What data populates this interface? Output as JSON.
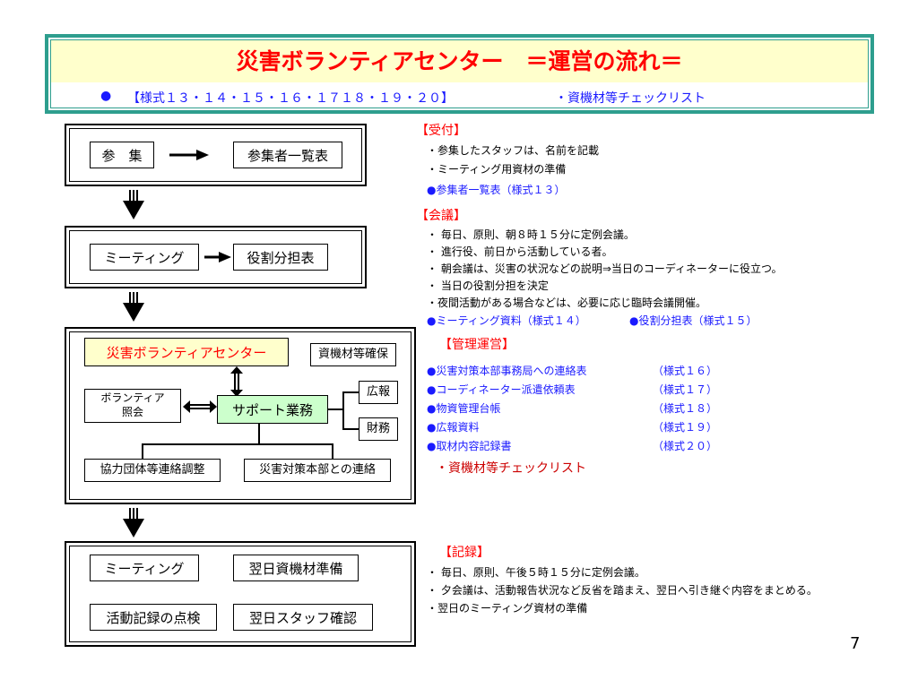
{
  "header": {
    "title": "災害ボランティアセンター　＝運営の流れ＝",
    "bullet": "●",
    "forms": "【様式１３・１４・１５・１６・１７１８・１９・２０】",
    "checklist": "・資機材等チェックリスト"
  },
  "flow": {
    "reception": {
      "sanshu": "参　集",
      "list": "参集者一覧表"
    },
    "meeting": {
      "meeting": "ミーティング",
      "roles": "役割分担表"
    },
    "management": {
      "center": "災害ボランティアセンター",
      "materials": "資機材等確保",
      "volunteer": "ボランティア\n照会",
      "support": "サポート業務",
      "pr": "広報",
      "finance": "財務",
      "coop": "協力団体等連絡調整",
      "hq": "災害対策本部との連絡"
    },
    "record": {
      "meeting": "ミーティング",
      "prep": "翌日資機材準備",
      "check": "活動記録の点検",
      "staff": "翌日スタッフ確認"
    }
  },
  "right": {
    "reception": {
      "title": "【受付】",
      "lines": [
        "・参集したスタッフは、名前を記載",
        "・ミーティング用資材の準備"
      ],
      "link": "●参集者一覧表（様式１３）"
    },
    "meeting": {
      "title": "【会議】",
      "lines": [
        "・ 毎日、原則、朝８時１５分に定例会議。",
        "・ 進行役、前日から活動している者。",
        "・ 朝会議は、災害の状況などの説明⇒当日のコーディネーターに役立つ。",
        "・ 当日の役割分担を決定",
        "・夜間活動がある場合などは、必要に応じ臨時会議開催。"
      ],
      "link1": "●ミーティング資料（様式１４）",
      "link2": "●役割分担表（様式１５）"
    },
    "management": {
      "title": "【管理運営】",
      "items": [
        {
          "name": "●災害対策本部事務局への連絡表",
          "form": "（様式１６）"
        },
        {
          "name": "●コーディネーター派遣依頼表",
          "form": "（様式１７）"
        },
        {
          "name": "●物資管理台帳",
          "form": "（様式１８）"
        },
        {
          "name": "●広報資料",
          "form": "（様式１９）"
        },
        {
          "name": "●取材内容記録書",
          "form": "（様式２０）"
        }
      ],
      "checklist": "・資機材等チェックリスト"
    },
    "record": {
      "title": "【記録】",
      "lines": [
        "・ 毎日、原則、午後５時１５分に定例会議。",
        "・ 夕会議は、活動報告状況など反省を踏まえ、翌日へ引き継ぐ内容をまとめる。",
        "・翌日のミーティング資材の準備"
      ]
    }
  },
  "page_number": "7",
  "colors": {
    "title_red": "#ff0000",
    "link_blue": "#1a1aff",
    "header_border": "#2e9e8e",
    "title_band": "#ffffcc",
    "center_box": "#ffffcc",
    "support_box": "#ccffcc"
  }
}
